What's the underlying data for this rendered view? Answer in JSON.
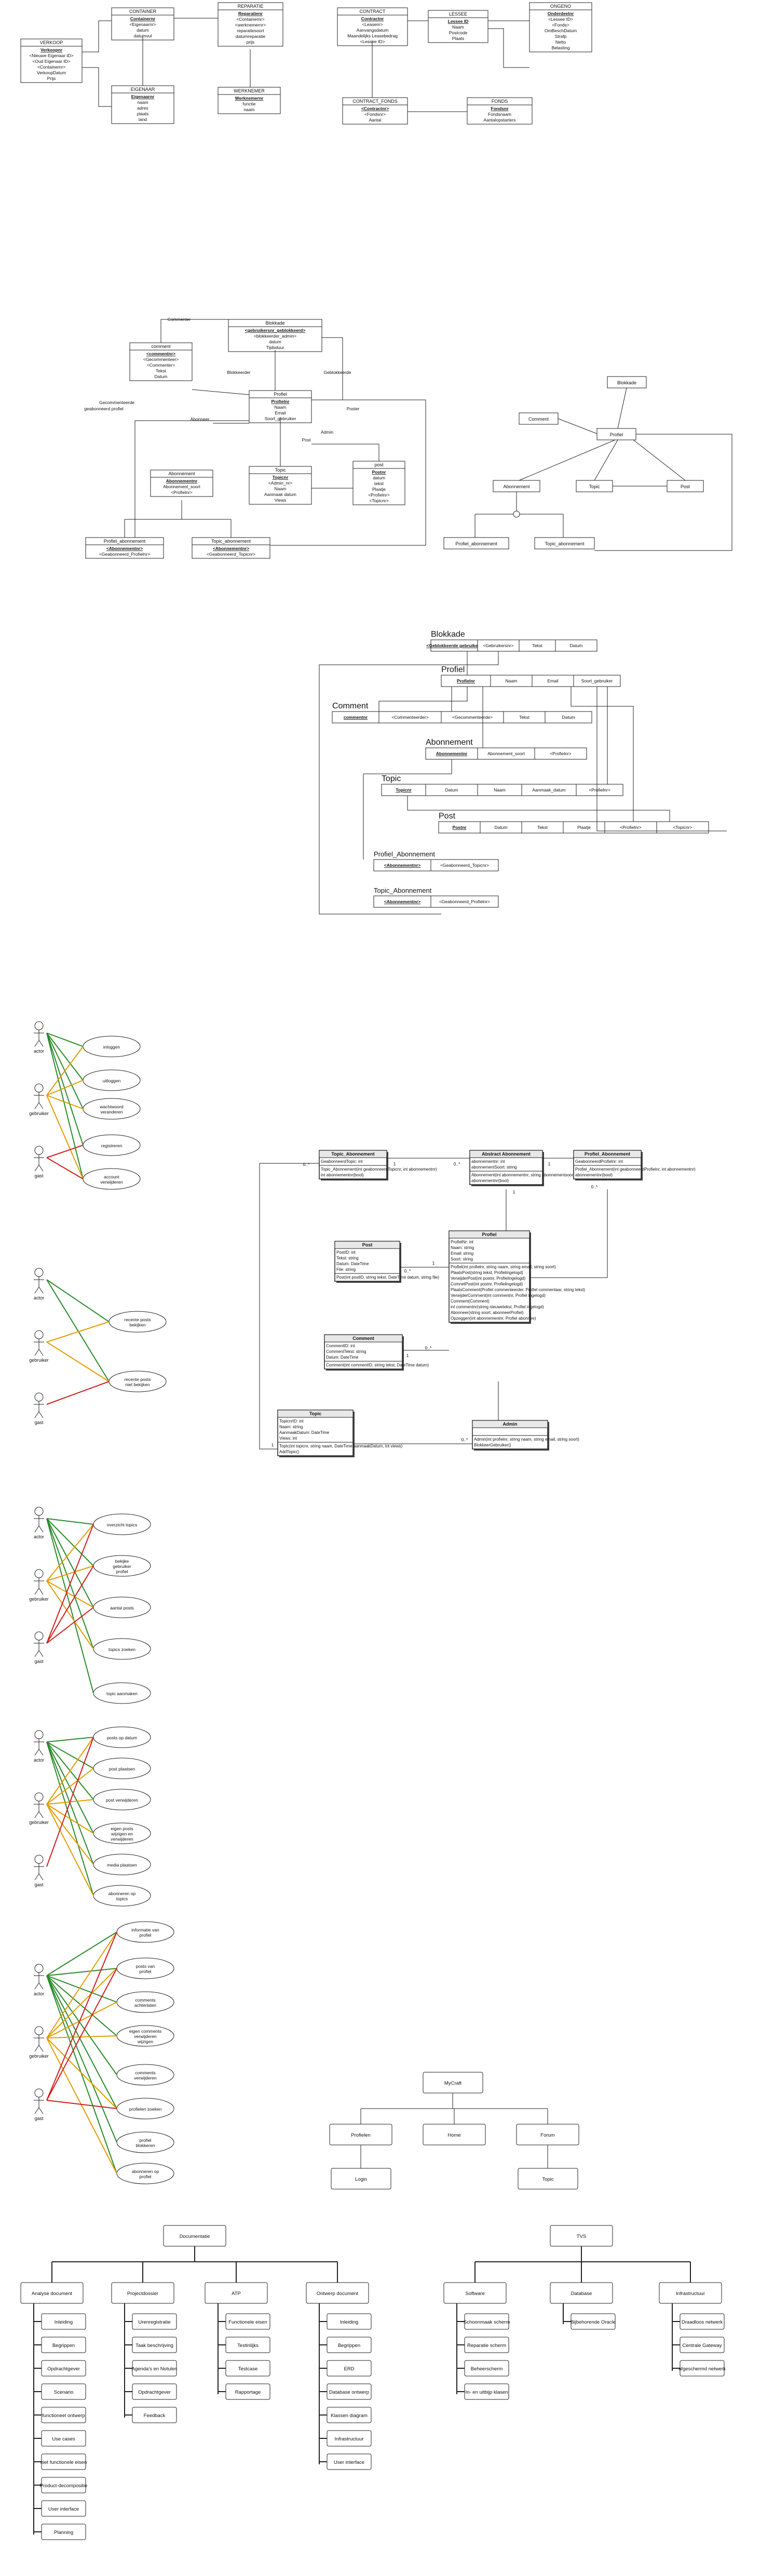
{
  "erd1": {
    "verkoop": {
      "title": "VERKOOP",
      "rows": [
        "Verkoopnr",
        "<Nieuwe Eigenaar ID>",
        "<Oud Eigenaar ID>",
        "<Containernr>",
        "VerkoopDatum",
        "Prijs"
      ]
    },
    "container": {
      "title": "CONTAINER",
      "rows": [
        "Containernr",
        "<Eigenaarnr>",
        "datum",
        "datumvul"
      ]
    },
    "eigenaar": {
      "title": "EIGENAAR",
      "rows": [
        "Eigenaarnr",
        "naam",
        "adres",
        "plaats",
        "land"
      ]
    },
    "reparatie": {
      "title": "REPARATIE",
      "rows": [
        "Reparatienr",
        "<Containernr>",
        "<werknemernr>",
        "reparatiesoort",
        "datumreparatie",
        "prijs"
      ]
    },
    "werknemer": {
      "title": "WERKNEMER",
      "rows": [
        "Werknemernr",
        "functie",
        "naam"
      ]
    },
    "contract": {
      "title": "CONTRACT",
      "rows": [
        "Contractnr",
        "<Leasenr>",
        "Aanvangsdatum",
        "Maandelijks Leasebedrag",
        "<Lessee ID>"
      ]
    },
    "lessee": {
      "title": "LESSEE",
      "rows": [
        "Lessee ID",
        "Naam",
        "Postcode",
        "Plaats"
      ]
    },
    "ongeno": {
      "title": "ONGENO",
      "rows": [
        "Onderdeelnr",
        "<Lessee ID>",
        "<Fonds>",
        "OmBeschDatum",
        "Strafp",
        "Netto",
        "Belasting"
      ]
    },
    "contract_fonds": {
      "title": "CONTRACT_FONDS",
      "rows": [
        "<Contractnr>",
        "<Fondsnr>",
        "Aantal"
      ]
    },
    "fonds": {
      "title": "FONDS",
      "rows": [
        "Fondsnr",
        "Fondsnaam",
        "Aantalopstarters"
      ]
    }
  },
  "erd2": {
    "blokkade": {
      "title": "Blokkade",
      "rows": [
        "<gebruikersnr_geblokkeerd>",
        "<blokkeerder_admin>",
        "datum",
        "Tijdsduur"
      ]
    },
    "comment": {
      "title": "comment",
      "rows": [
        "<commentnr>",
        "<Gecommenteer>",
        "<Commenter>",
        "Tekst",
        "Datum"
      ]
    },
    "profiel": {
      "title": "Profiel",
      "rows": [
        "Profielnr",
        "Naam",
        "Email",
        "Soort_gebruiker"
      ]
    },
    "abonnement": {
      "title": "Abonnement",
      "rows": [
        "Abonnementnr",
        "Abonnement_soort",
        "<Profielnr>"
      ]
    },
    "topic": {
      "title": "Topic",
      "rows": [
        "Topicnr",
        "<Admin_nr>",
        "Naam",
        "Aanmaak datum",
        "Views"
      ]
    },
    "post": {
      "title": "post",
      "rows": [
        "Postnr",
        "datum",
        "tekst",
        "Plaatje",
        "<Profielnr>",
        "<Topicnr>"
      ]
    },
    "profiel_abonnement": {
      "title": "Profiel_abonnement",
      "rows": [
        "<Abonnementnr>",
        "<Geabonneerd_Profielnr>"
      ]
    },
    "topic_abonnement": {
      "title": "Topic_abonnement",
      "rows": [
        "<Abonnementnr>",
        "<Geabonneerd_Topicnr>"
      ]
    },
    "labels": [
      "Commenter",
      "Blokkeerder",
      "Gecommenteerde",
      "geabonneerd profiel",
      "Abonneer",
      "Geblokkeerde",
      "Poster",
      "Post",
      "Admin"
    ]
  },
  "conceptual": {
    "nodes": [
      "Blokkade",
      "Comment",
      "Profiel",
      "Abonnement",
      "Topic",
      "Post",
      "Profiel_abonnement",
      "Topic_abonnement"
    ]
  },
  "relational": {
    "blokkade": {
      "title": "Blokkade",
      "cols": [
        "<Geblokkeerde gebruiker>",
        "<Gebruikersnr>",
        "Tekst",
        "Datum"
      ]
    },
    "profiel": {
      "title": "Profiel",
      "cols": [
        "Profielnr",
        "Naam",
        "Email",
        "Soort_gebruiker"
      ]
    },
    "comment": {
      "title": "Comment",
      "cols": [
        "commentnr",
        "<Commenteerder>",
        "<Gecommenteerde>",
        "Tekst",
        "Datum"
      ]
    },
    "abonnement": {
      "title": "Abonnement",
      "cols": [
        "Abonnementnr",
        "Abonnement_soort",
        "<Profielnr>"
      ]
    },
    "topic": {
      "title": "Topic",
      "cols": [
        "Topicnr",
        "Datum",
        "Naam",
        "Aanmaak_datum",
        "<Profielnr>"
      ]
    },
    "post": {
      "title": "Post",
      "cols": [
        "Postnr",
        "Datum",
        "Tekst",
        "Plaatje",
        "<Profielnr>",
        "<Topicnr>"
      ]
    },
    "profiel_abonnement": {
      "title": "Profiel_Abonnement",
      "cols": [
        "<Abonnementnr>",
        "<Geabonneerd_Topicnr>"
      ]
    },
    "topic_abonnement": {
      "title": "Topic_Abonnement",
      "cols": [
        "<Abonnementnr>",
        "<Geabonneerd_Profielnr>"
      ]
    }
  },
  "uc1": {
    "actors": [
      "actor",
      "gebruiker",
      "gast"
    ],
    "cases": [
      "inloggen",
      "uitloggen",
      "wachtwoord veranderen",
      "registreren",
      "account verwijderen"
    ]
  },
  "uc2": {
    "actors": [
      "actor",
      "gebruiker",
      "gast"
    ],
    "cases": [
      "recente posts bekijken",
      "recente posts niet bekijken"
    ]
  },
  "uc3": {
    "actors": [
      "actor",
      "gebruiker",
      "gast"
    ],
    "cases": [
      "overzicht topics",
      "bekijke gebruiker profiel",
      "aantal posts",
      "topics zoeken",
      "topic aanmaken"
    ]
  },
  "uc4": {
    "actors": [
      "actor",
      "gebruiker",
      "gast"
    ],
    "cases": [
      "posts op datum",
      "post plaatsen",
      "post verwijderen",
      "eigen posts wijzigen en verwijderen",
      "media plaatsen",
      "abonneren op topics"
    ]
  },
  "uc5": {
    "actors": [
      "actor",
      "gebruiker",
      "gast"
    ],
    "cases": [
      "informatie van profiel",
      "posts van profiel",
      "comments achterlaten",
      "eigen comments verwijderen wijzigen",
      "comments verwijderen",
      "profielen zoeken",
      "profiel blokkeren",
      "abonneren op profiel"
    ]
  },
  "classdiagram": {
    "topic_abonnement": {
      "title": "Topic_Abonnement",
      "attrs": [
        "GeabonneerdTopic: int"
      ],
      "ops": [
        "Topic_Abonnement(int geabonneerdTopicnr, int abonnementnr)",
        "int abonnementnr(bool)"
      ]
    },
    "abstract_abonnement": {
      "title": "Abstract Abonnement",
      "attrs": [
        "abonnementnr: int",
        "abonnementSoort: string"
      ],
      "ops": [
        "Abonnement(int abonnementnr, string abonnementsoort)",
        "abonnementnr(bool)"
      ]
    },
    "profiel_abonnement": {
      "title": "Profiel_Abonnement",
      "attrs": [
        "GeabonneerdProfielnr: int"
      ],
      "ops": [
        "Profiel_Abonnement(int geabonneerdProfielnr, int abonnementnr)",
        "abonnementnr(bool)"
      ]
    },
    "post": {
      "title": "Post",
      "attrs": [
        "PostID: int",
        "Tekst: string",
        "Datum: DateTime",
        "File: string"
      ],
      "ops": [
        "Post(int postID, string tekst, DateTime datum, string file)"
      ]
    },
    "profiel": {
      "title": "Profiel",
      "attrs": [
        "ProfielNr: int",
        "Naam: string",
        "Email: string",
        "Soort: string"
      ],
      "ops": [
        "Profiel(int profielnr, string naam, string email, string soort)",
        "PlaatsPost(string tekst, Profielingelogd)",
        "VerwijderPost(int postnr, Profielingelogd)",
        "ComnetPost(int postnr, Profielingelogd)",
        "PlaatsComment(Profiel commenteerder, Profiel commentaar, string tekst)",
        "VerwijderComment(int commentnr, Profiel ingelogd)",
        "Comment(Comment)",
        "int commentnr(string nieuwetekst, Profiel ingelogd)",
        "Abonneer(string soort, abonneerProfiel)",
        "Opzeggen(int abonnementnr, Profiel abonnee)"
      ]
    },
    "comment": {
      "title": "Comment",
      "attrs": [
        "CommentID: int",
        "CommentTekst: string",
        "Datum: DateTime"
      ],
      "ops": [
        "Comment(int commentID, string tekst, DateTime datum)"
      ]
    },
    "topic": {
      "title": "Topic",
      "attrs": [
        "TopicnrID: int",
        "Naam: string",
        "AanmaakDatum: DateTime",
        "Views: int"
      ],
      "ops": [
        "Topic(int topicnr, string naam, DateTime aanmaakDatum, int views)",
        "AddTopic()"
      ]
    },
    "admin": {
      "title": "Admin",
      "attrs": [],
      "ops": [
        "Admin(int profielnr, string naam, string email, string soort)",
        "BlokkeerGebruiker()"
      ]
    },
    "mult": [
      "0..*",
      "1",
      "0..*",
      "1",
      "0..*",
      "1",
      "1",
      "0..*",
      "0..*",
      "1",
      "1",
      "0..*"
    ]
  },
  "sitemap": {
    "root": "MyCraft",
    "children": [
      "Profielen",
      "Home",
      "Forum"
    ],
    "grandchildren": [
      "Login",
      "Topic"
    ]
  },
  "wbs_doc": {
    "root": "Documentatie",
    "columns": [
      {
        "title": "Analyse document",
        "items": [
          "Inleiding",
          "Begrippen",
          "Opdrachtgever",
          "Scenario",
          "functioneel ontwerp",
          "Use cases",
          "niet functionele eisen",
          "Product-decompositie",
          "User interface",
          "Planning"
        ]
      },
      {
        "title": "Projectdossier",
        "items": [
          "Urenregistratie",
          "Taak beschrijving",
          "Agenda's en Notulen",
          "Opdrachtgever",
          "Feedback"
        ]
      },
      {
        "title": "ATP",
        "items": [
          "Functionele eisen",
          "Testinlijks",
          "Testcase",
          "Rapportage"
        ]
      },
      {
        "title": "Ontwerp document",
        "items": [
          "Inleiding",
          "Begrippen",
          "ERD",
          "Database ontwerp",
          "Klassen diagram",
          "Infrastructuur",
          "User interface"
        ]
      }
    ]
  },
  "wbs_tvs": {
    "root": "TVS",
    "columns": [
      {
        "title": "Software",
        "items": [
          "Schoonmaak scherm",
          "Reparatie scherm",
          "Beheerscherm",
          "In- en uitbijp klasen"
        ]
      },
      {
        "title": "Database",
        "items": [
          "Bijbehorende Oracle"
        ]
      },
      {
        "title": "Infrastructuur",
        "items": [
          "Draadloos netwerk",
          "Centrale Gateway",
          "afgeschermd netwerk"
        ]
      }
    ]
  }
}
